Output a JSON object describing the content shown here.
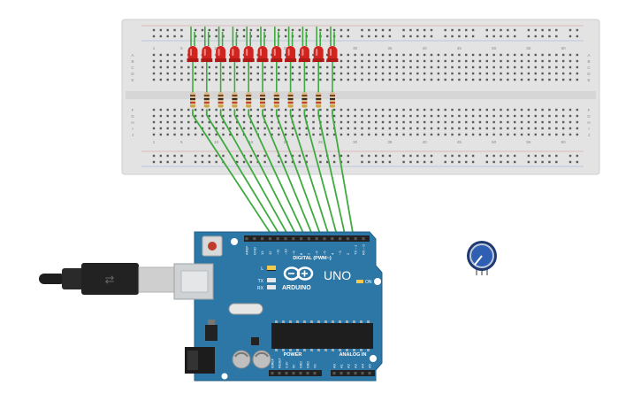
{
  "breadboard": {
    "row_letters_top": [
      "A",
      "B",
      "C",
      "D",
      "E"
    ],
    "row_letters_bottom": [
      "F",
      "G",
      "H",
      "I",
      "J"
    ],
    "column_numbers": [
      "1",
      "5",
      "10",
      "15",
      "20",
      "25",
      "30",
      "35",
      "40",
      "45",
      "50",
      "55",
      "60"
    ]
  },
  "leds": {
    "count": 11,
    "color": "#d2241f"
  },
  "wires": {
    "color": "#3faa3f"
  },
  "arduino": {
    "brand_text": "ARDUINO",
    "model_text": "UNO",
    "digital_label": "DIGITAL (PWM~)",
    "power_label": "POWER",
    "analog_label": "ANALOG IN",
    "on_label": "ON",
    "led_l": "L",
    "led_tx": "TX",
    "led_rx": "RX",
    "digital_pins": [
      "AREF",
      "GND",
      "13",
      "12",
      "~11",
      "~10",
      "~9",
      "8",
      "7",
      "~6",
      "~5",
      "4",
      "~3",
      "2",
      "TX→1",
      "RX←0"
    ],
    "power_pins": [
      "IOREF",
      "RESET",
      "3.3V",
      "5V",
      "GND",
      "GND",
      "Vin"
    ],
    "analog_pins": [
      "A0",
      "A1",
      "A2",
      "A3",
      "A4",
      "A5"
    ],
    "board_color": "#2c77a5"
  },
  "potentiometer": {
    "body_color": "#2f5fb3"
  }
}
